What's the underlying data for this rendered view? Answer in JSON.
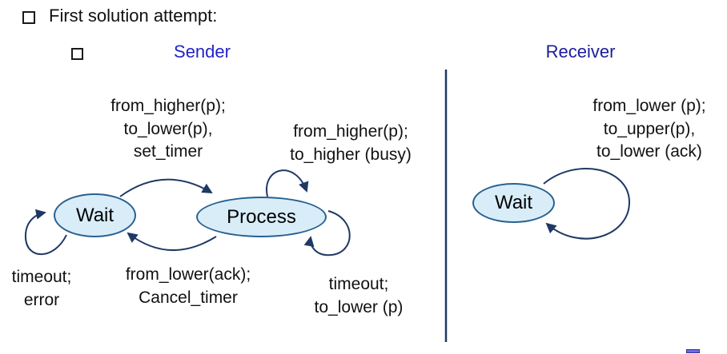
{
  "slide": {
    "title": "First solution attempt:"
  },
  "headings": {
    "sender": "Sender",
    "receiver": "Receiver"
  },
  "sender_fsm": {
    "states": [
      {
        "label": "Wait"
      },
      {
        "label": "Process"
      }
    ],
    "transitions": [
      {
        "from": "Wait",
        "to": "Process",
        "label": "from_higher(p);\nto_lower(p),\nset_timer"
      },
      {
        "from": "Process",
        "to": "Process",
        "label": "from_higher(p);\nto_higher (busy)"
      },
      {
        "from": "Wait",
        "to": "Wait",
        "label": "timeout;\nerror"
      },
      {
        "from": "Process",
        "to": "Wait",
        "label": "from_lower(ack);\nCancel_timer"
      },
      {
        "from": "Process",
        "to": "Process",
        "label": "timeout;\nto_lower (p)"
      }
    ]
  },
  "receiver_fsm": {
    "states": [
      {
        "label": "Wait"
      }
    ],
    "transitions": [
      {
        "from": "Wait",
        "to": "Wait",
        "label": "from_lower (p);\nto_upper(p),\nto_lower (ack)"
      }
    ]
  },
  "icons": {
    "bullet": "hollow-square-bullet"
  },
  "colors": {
    "sender_heading": "#2323c8",
    "receiver_heading": "#1c1c9c",
    "state_fill": "#d9edf9",
    "state_border": "#28618f",
    "line": "#1f3864",
    "text": "#111111"
  }
}
